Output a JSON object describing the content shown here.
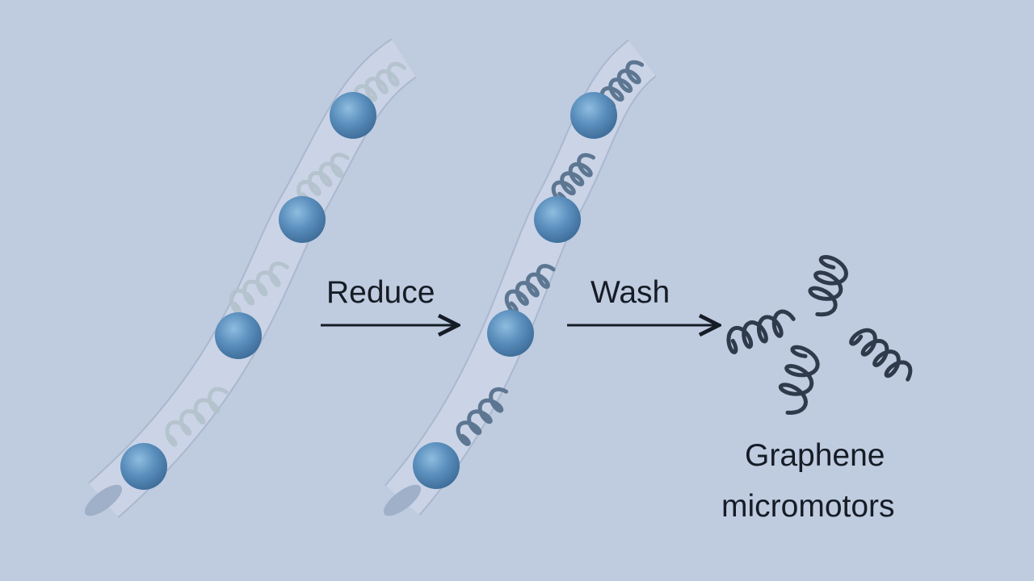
{
  "steps": {
    "reduce_label": "Reduce",
    "wash_label": "Wash"
  },
  "product": {
    "line1": "Graphene",
    "line2": "micromotors"
  },
  "colors": {
    "background": "#bfcbdf",
    "tube": "#cdd7e8",
    "sphere": "#5b8fbd",
    "helix_before": "#b3c1cc",
    "helix_reduced": "#5d7692",
    "helix_free": "#2f3b4b",
    "text": "#151c26"
  }
}
